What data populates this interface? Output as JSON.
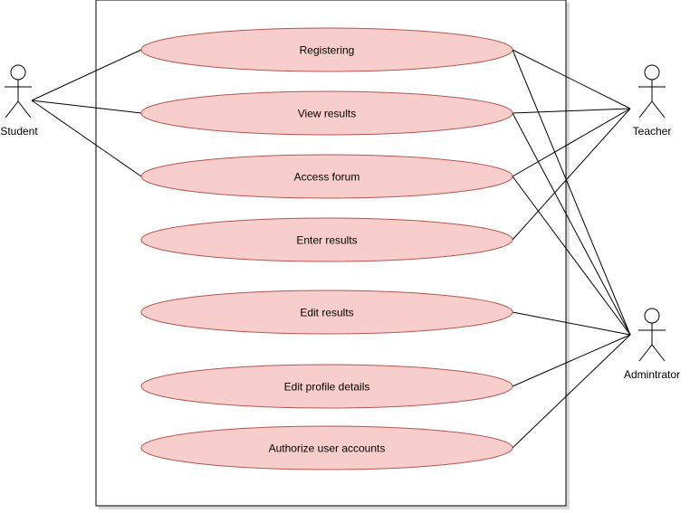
{
  "actors": {
    "student": "Student",
    "teacher": "Teacher",
    "admin": "Admintrator"
  },
  "use_cases": [
    "Registering",
    "View results",
    "Access forum",
    "Enter results",
    "Edit results",
    "Edit profile details",
    "Authorize user accounts"
  ],
  "associations": {
    "Student": [
      "Registering",
      "View results",
      "Access forum"
    ],
    "Teacher": [
      "Registering",
      "View results",
      "Access forum",
      "Enter results"
    ],
    "Admintrator": [
      "Registering",
      "View results",
      "Access forum",
      "Edit results",
      "Edit profile details",
      "Authorize user accounts"
    ]
  },
  "colors": {
    "use_case_fill": "#f8cecc",
    "use_case_stroke": "#b85450",
    "line": "#000000"
  }
}
